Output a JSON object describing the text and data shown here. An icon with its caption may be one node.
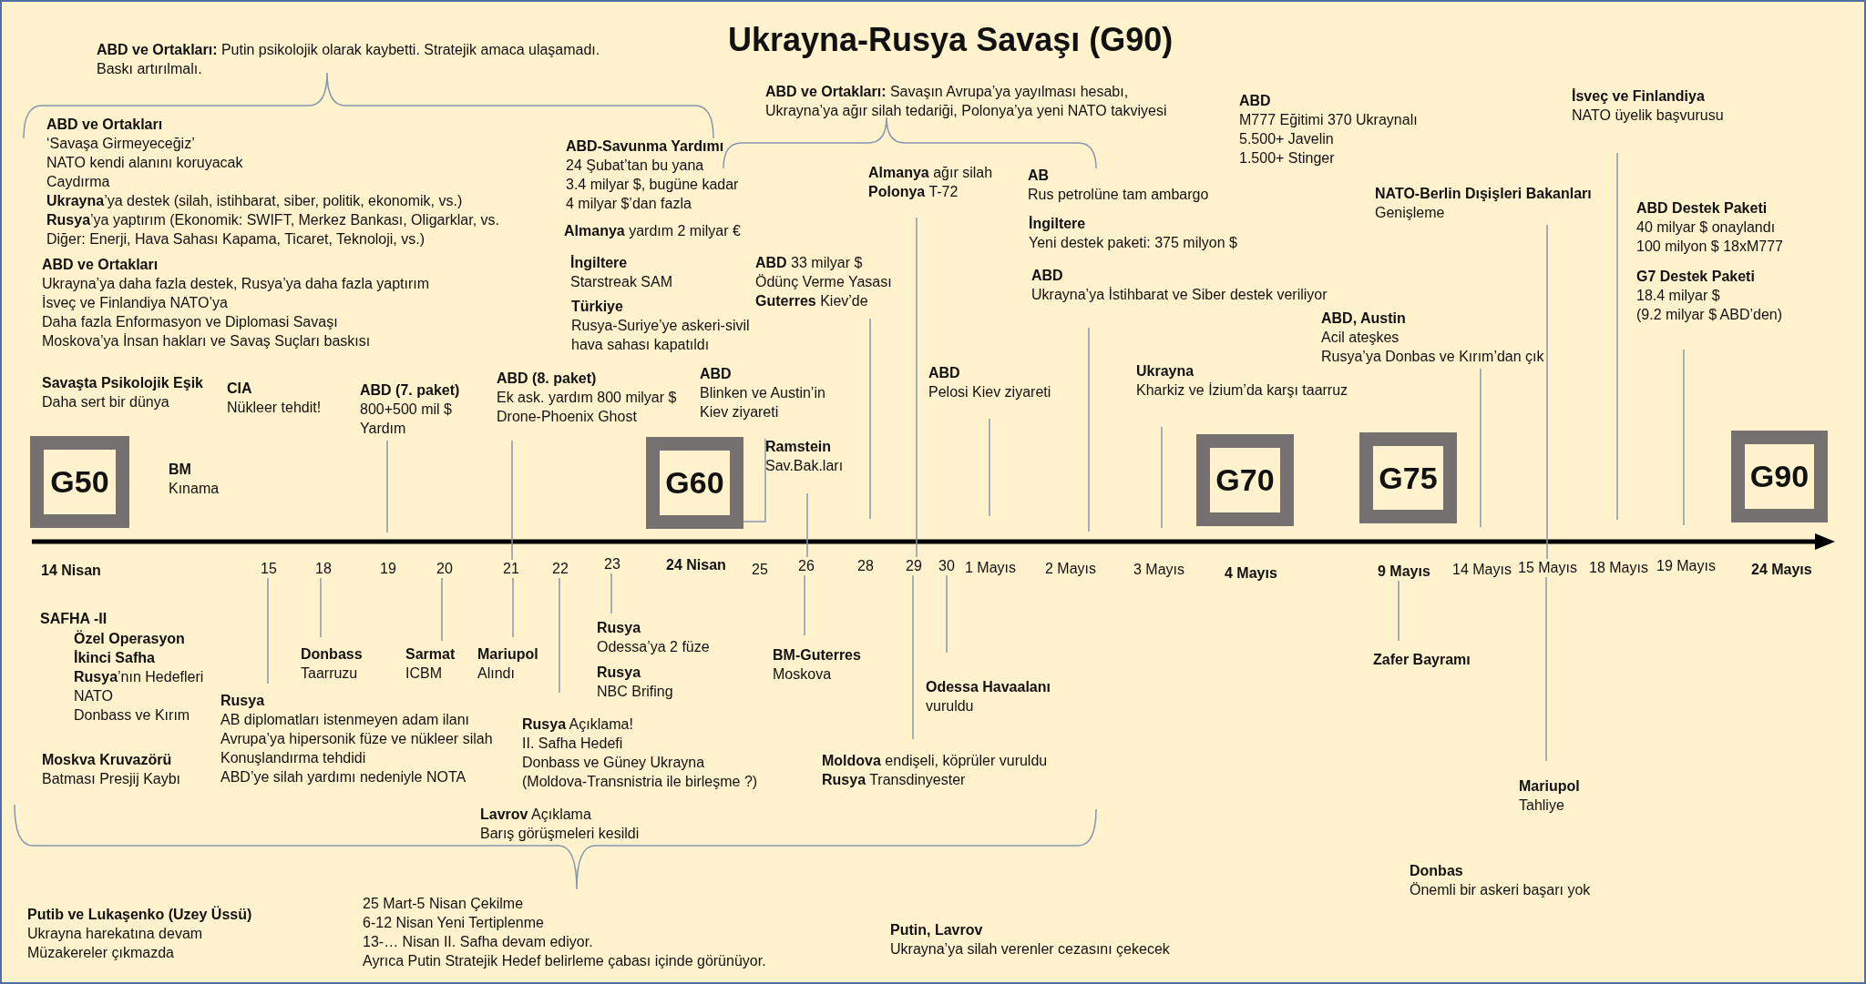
{
  "diagram": {
    "title": "Ukrayna-Rusya Savaşı (G90)",
    "nodes": [
      {
        "text": [
          "ABD (7. paket)",
          "800+500 mil $",
          "Yardım"
        ]
      },
      {
        "text": [
          "ABD (8. paket)",
          "Ek ask. yardım 800 milyar $",
          "Drone-Phoenix Ghost"
        ]
      },
      {
        "text": [
          "ABD",
          "Blinken ve Austin’in",
          "Kiev ziyareti"
        ]
      },
      {
        "text": [
          "Ramstein",
          "Sav.Bak.ları"
        ]
      },
      {
        "text": [
          "**ABD** 33 milyar $",
          "Ödünç Verme Yasası",
          "**Guterres** Kiev’de"
        ]
      },
      {
        "text": [
          "**Almanya** ağır silah",
          "**Polonya** T-72"
        ]
      },
      {
        "text": [
          "ABD",
          "Pelosi Kiev ziyareti"
        ]
      },
      {
        "text": [
          "ABD",
          "Ukrayna’ya İstihbarat ve Siber destek veriliyor"
        ]
      },
      {
        "text": [
          "Ukrayna",
          "Kharkiz ve İzium’da karşı taarruz"
        ]
      },
      {
        "text": [
          "NATO-Berlin Dışişleri Bakanları",
          "Genişleme"
        ]
      },
      {
        "text": [
          "ABD, Austin",
          "Acil ateşkes",
          "Rusya’ya Donbas ve Kırım’dan çık"
        ]
      },
      {
        "text": [
          "İsveç ve Finlandiya",
          "NATO üyelik başvurusu"
        ]
      },
      {
        "text": [
          "G7 Destek Paketi",
          "18.4 milyar $",
          "(9.2 milyar $ ABD’den)"
        ]
      },
      {
        "text": [
          "G50"
        ],
        "beside": [
          "14 Nisan"
        ]
      },
      {
        "text": [
          "G60"
        ],
        "beside": [
          "24 Nisan"
        ]
      },
      {
        "text": [
          "G70"
        ],
        "beside": [
          "4 Mayıs"
        ]
      },
      {
        "text": [
          "G75"
        ]
      },
      {
        "text": [
          "G90"
        ],
        "beside": [
          "24 Mayıs"
        ]
      },
      {
        "text": [
          "Rusya",
          "AB diplomatları istenmeyen adam ilanı",
          "Avrupa’ya hipersonik füze ve nükleer silah",
          "Konuşlandırma tehdidi",
          "ABD’ye silah yardımı nedeniyle NOTA"
        ]
      },
      {
        "text": [
          "Donbass",
          "Taarruzu"
        ]
      },
      {
        "text": [
          "Sarmat",
          "ICBM"
        ]
      },
      {
        "text": [
          "Mariupol",
          "Alındı"
        ]
      },
      {
        "text": [
          "**Rusya** Açıklama!",
          "II. Safha Hedefi",
          "Donbass ve Güney Ukrayna",
          "(Moldova-Transnistria ile birleşme ?)"
        ]
      },
      {
        "text": [
          "Rusya",
          "Odessa’ya 2 füze"
        ]
      },
      {
        "text": [
          "BM-Guterres",
          "Moskova"
        ]
      },
      {
        "text": [
          "Odessa Havaalanı",
          "vuruldu"
        ]
      },
      {
        "text": [
          "**Moldova** endişeli, köprüler vuruldu",
          "**Rusya** Transdinyester"
        ]
      },
      {
        "text": [
          "Zafer Bayramı"
        ]
      },
      {
        "text": [
          "Mariupol",
          "Tahliye"
        ]
      },
      {
        "text": [
          "15"
        ]
      },
      {
        "text": [
          "18"
        ]
      },
      {
        "text": [
          "20"
        ]
      },
      {
        "text": [
          "21"
        ]
      },
      {
        "text": [
          "22"
        ]
      },
      {
        "text": [
          "23"
        ]
      },
      {
        "text": [
          "26"
        ]
      },
      {
        "text": [
          "29"
        ]
      },
      {
        "text": [
          "30"
        ]
      },
      {
        "text": [
          "9 Mayıs"
        ]
      },
      {
        "text": [
          "15 Mayıs"
        ]
      }
    ],
    "edges": [
      {
        "from": 0,
        "to": null,
        "arrow": "none"
      },
      {
        "from": 1,
        "to": 32,
        "arrow": "none"
      },
      {
        "from": 2,
        "to": 14,
        "arrow": "none"
      },
      {
        "from": 3,
        "to": 35,
        "arrow": "none"
      },
      {
        "from": 4,
        "to": null,
        "arrow": "none"
      },
      {
        "from": 5,
        "to": 36,
        "arrow": "none"
      },
      {
        "from": 6,
        "to": null,
        "arrow": "none"
      },
      {
        "from": 7,
        "to": null,
        "arrow": "none"
      },
      {
        "from": 8,
        "to": null,
        "arrow": "none"
      },
      {
        "from": 9,
        "to": 39,
        "arrow": "none"
      },
      {
        "from": 10,
        "to": null,
        "arrow": "none"
      },
      {
        "from": 11,
        "to": null,
        "arrow": "none"
      },
      {
        "from": 12,
        "to": null,
        "arrow": "none"
      },
      {
        "from": 18,
        "to": 29,
        "arrow": "none"
      },
      {
        "from": 19,
        "to": 30,
        "arrow": "none"
      },
      {
        "from": 20,
        "to": 31,
        "arrow": "none"
      },
      {
        "from": 21,
        "to": 32,
        "arrow": "none"
      },
      {
        "from": 22,
        "to": 33,
        "arrow": "none"
      },
      {
        "from": 23,
        "to": 34,
        "arrow": "none"
      },
      {
        "from": 24,
        "to": 35,
        "arrow": "none"
      },
      {
        "from": 25,
        "to": 37,
        "arrow": "none"
      },
      {
        "from": 26,
        "to": 36,
        "arrow": "none"
      },
      {
        "from": 27,
        "to": 38,
        "arrow": "none"
      },
      {
        "from": 28,
        "to": 39,
        "arrow": "none"
      }
    ],
    "labels": [
      "**ABD ve Ortakları:** Putin psikolojik olarak kaybetti. Stratejik amaca ulaşamadı.",
      "Baskı artırılmalı.",
      "**ABD ve Ortakları:** Savaşın Avrupa’ya yayılması hesabı,",
      "Ukrayna’ya ağır silah tedariği, Polonya’ya yeni NATO takviyesi",
      "ABD",
      "M777 Eğitimi 370 Ukraynalı",
      "5.500+ Javelin",
      "1.500+ Stinger",
      "ABD ve Ortakları",
      "‘Savaşa Girmeyeceğiz’",
      "NATO kendi alanını koruyacak",
      "Caydırma",
      "**Ukrayna**’ya destek (silah, istihbarat, siber, politik, ekonomik, vs.)",
      "**Rusya**’ya yaptırım (Ekonomik: SWIFT, Merkez Bankası, Oligarklar, vs.",
      "Diğer: Enerji, Hava Sahası Kapama, Ticaret, Teknoloji, vs.)",
      "ABD-Savunma Yardımı",
      "24 Şubat’tan bu yana",
      "3.4 milyar $, bugüne kadar",
      "4 milyar $’dan fazla",
      "AB",
      "Rus petrolüne tam ambargo",
      "ABD Destek Paketi",
      "40 milyar $ onaylandı",
      "100 milyon $ 18xM777",
      "**Almanya** yardım 2 milyar €",
      "İngiltere",
      "Yeni destek paketi: 375 milyon $",
      "İngiltere",
      "Starstreak SAM",
      "ABD ve Ortakları",
      "Ukrayna’ya daha fazla destek, Rusya’ya daha fazla yaptırım",
      "İsveç ve Finlandiya NATO’ya",
      "Daha fazla Enformasyon ve Diplomasi Savaşı",
      "Moskova’ya İnsan hakları ve Savaş Suçları baskısı",
      "Türkiye",
      "Rusya-Suriye’ye askeri-sivil",
      "hava sahası kapatıldı",
      "Savaşta Psikolojik Eşik",
      "Daha sert bir dünya",
      "CIA",
      "Nükleer tehdit!",
      "BM",
      "Kınama",
      "19",
      "25",
      "28",
      "1 Mayıs",
      "2 Mayıs",
      "3 Mayıs",
      "14 Mayıs",
      "18 Mayıs",
      "19 Mayıs",
      "SAFHA -II",
      "Özel Operasyon",
      "İkinci Safha",
      "**Rusya**’nın Hedefleri",
      "NATO",
      "Donbass ve Kırım",
      "Rusya",
      "NBC Brifing",
      "Moskva Kruvazörü",
      "Batması Presjij Kaybı",
      "**Lavrov** Açıklama",
      "Barış görüşmeleri kesildi",
      "Donbas",
      "Önemli bir askeri başarı yok",
      "25 Mart-5 Nisan Çekilme",
      "6-12 Nisan Yeni Tertiplenme",
      "13-… Nisan II. Safha devam ediyor.",
      "Ayrıca Putin Stratejik Hedef belirleme çabası içinde görünüyor.",
      "Putib ve Lukaşenko (Uzey Üssü)",
      "Ukrayna harekatına devam",
      "Müzakereler çıkmazda",
      "Putin, Lavrov",
      "Ukrayna’ya silah verenler cezasını çekecek"
    ]
  }
}
